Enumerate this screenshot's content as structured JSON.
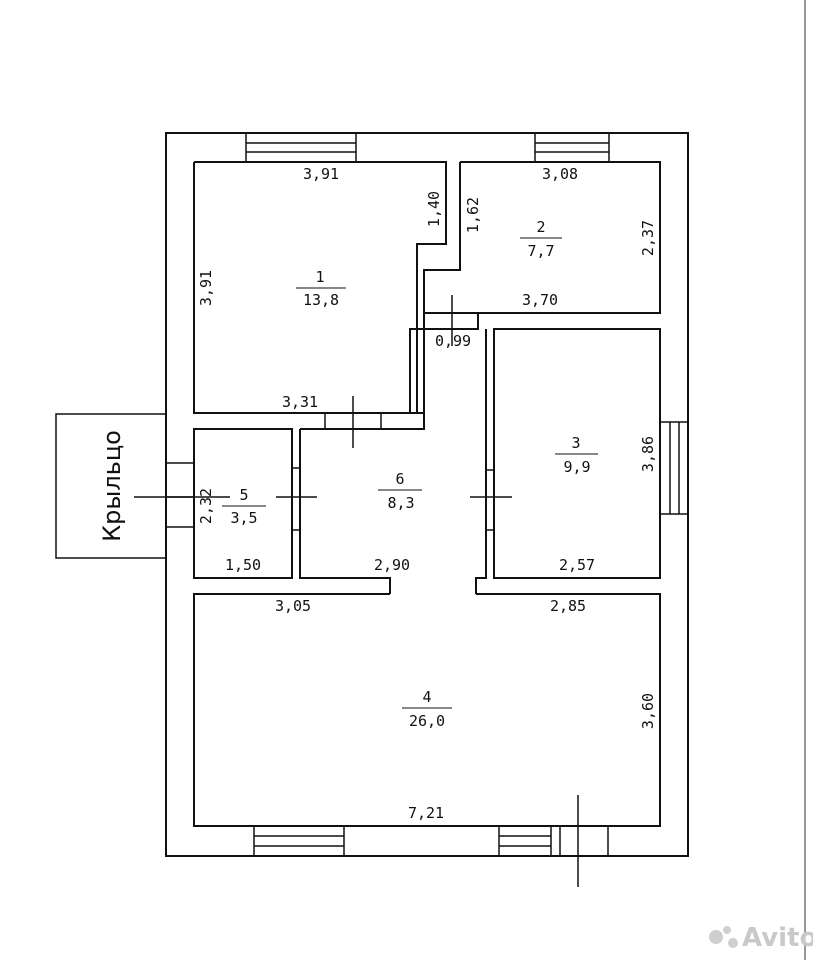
{
  "rooms": [
    {
      "number": "1",
      "area": "13,8"
    },
    {
      "number": "2",
      "area": "7,7"
    },
    {
      "number": "3",
      "area": "9,9"
    },
    {
      "number": "4",
      "area": "26,0"
    },
    {
      "number": "5",
      "area": "3,5"
    },
    {
      "number": "6",
      "area": "8,3"
    }
  ],
  "dimensions": {
    "r1_top": "3,91",
    "r1_left": "3,91",
    "r1_notch": "1,40",
    "r1_bottom": "3,31",
    "r2_top": "3,08",
    "r2_left": "1,62",
    "r2_right": "2,37",
    "r2_bottom": "3,70",
    "corridor": "0,99",
    "r3_right": "3,86",
    "r3_bottom": "2,57",
    "r5_left": "2,32",
    "r5_bottom": "1,50",
    "r6_bottom": "2,90",
    "r4_top_left": "3,05",
    "r4_top_right": "2,85",
    "r4_right": "3,60",
    "r4_bottom": "7,21"
  },
  "porch_label": "Крыльцо",
  "watermark": "Avito"
}
